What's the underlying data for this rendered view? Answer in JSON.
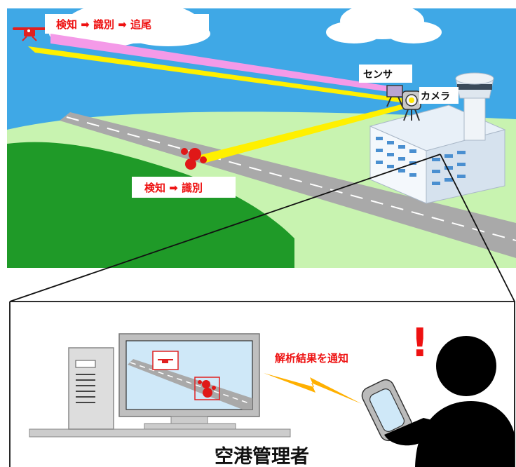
{
  "scene": {
    "drone_label": "検知 ➡ 識別 ➡ 追尾",
    "bird_label": "検知 ➡ 識別",
    "sensor_label": "センサ",
    "camera_label": "カメラ"
  },
  "monitor": {
    "notify_label": "解析結果を通知",
    "alert_mark": "!",
    "manager_label": "空港管理者"
  },
  "colors": {
    "sky": "#3fa8e6",
    "ground": "#c8f3b0",
    "hill": "#1f9a28",
    "beam_yellow": "#fff000",
    "beam_pink": "#f49ae8",
    "alert": "#ee1111"
  }
}
